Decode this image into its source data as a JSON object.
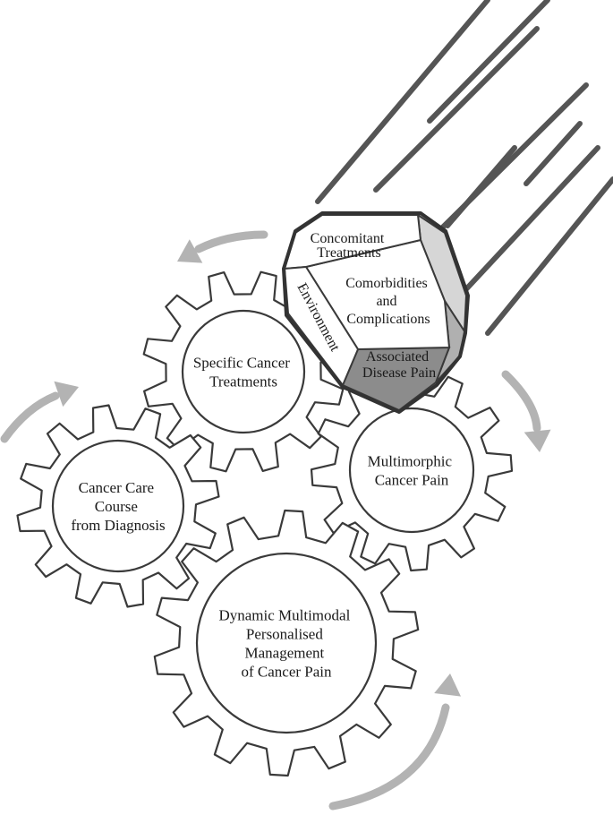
{
  "gears": [
    {
      "id": "specific-cancer-treatments",
      "lines": [
        "Specific Cancer",
        "Treatments"
      ]
    },
    {
      "id": "cancer-care-course",
      "lines": [
        "Cancer Care",
        "Course",
        "from Diagnosis"
      ]
    },
    {
      "id": "multimorphic-cancer-pain",
      "lines": [
        "Multimorphic",
        "Cancer Pain"
      ]
    },
    {
      "id": "dynamic-management",
      "lines": [
        "Dynamic Multimodal",
        "Personalised",
        "Management",
        "of Cancer Pain"
      ]
    }
  ],
  "gem": {
    "facets": [
      {
        "id": "concomitant-treatments",
        "lines": [
          "Concomitant",
          "Treatments"
        ]
      },
      {
        "id": "comorbidities",
        "lines": [
          "Comorbidities",
          "and",
          "Complications"
        ]
      },
      {
        "id": "environment",
        "lines": [
          "Environment"
        ]
      },
      {
        "id": "associated-disease-pain",
        "lines": [
          "Associated",
          "Disease Pain"
        ]
      }
    ]
  },
  "colors": {
    "gear_stroke": "#3a3a3a",
    "arrow": "#b3b3b3",
    "speed_lines": "#555555",
    "gem_shade_dark": "#8c8c8c",
    "gem_shade_mid": "#b0b0b0"
  }
}
